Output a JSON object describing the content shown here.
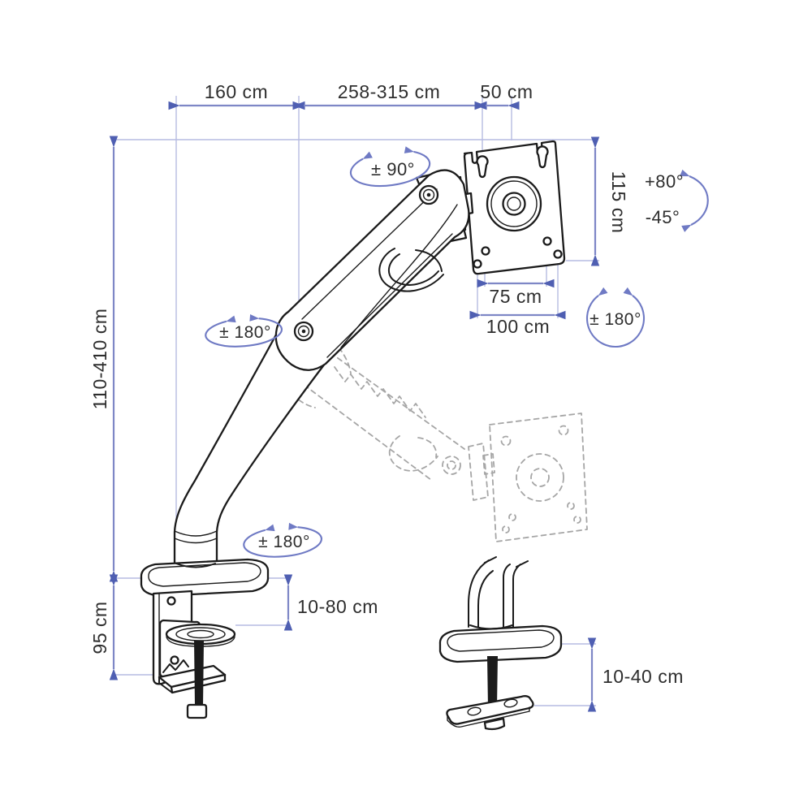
{
  "page": {
    "background": "#ffffff"
  },
  "colors": {
    "background": "#ffffff",
    "line": "#1b1b1b",
    "ghost": "#a6a6a6",
    "dimension": "#7e87c6",
    "dimension_head": "#4f5fb2",
    "extension": "#b6bbe2",
    "rotation": "#6f7ac4",
    "text": "#2e2e2e"
  },
  "labels": {
    "dim_160": "160 cm",
    "dim_258_315": "258-315 cm",
    "dim_50": "50 cm",
    "dim_115": "115 cm",
    "dim_75": "75 cm",
    "dim_100": "100 cm",
    "dim_110_410": "110-410 cm",
    "dim_95": "95 cm",
    "dim_10_80": "10-80 cm",
    "dim_10_40": "10-40 cm",
    "angle_90": "± 90°",
    "angle_180_arm": "± 180°",
    "angle_180_vesa": "± 180°",
    "angle_180_base": "± 180°",
    "angle_tilt_up": "+80°",
    "angle_tilt_down": "-45°"
  }
}
